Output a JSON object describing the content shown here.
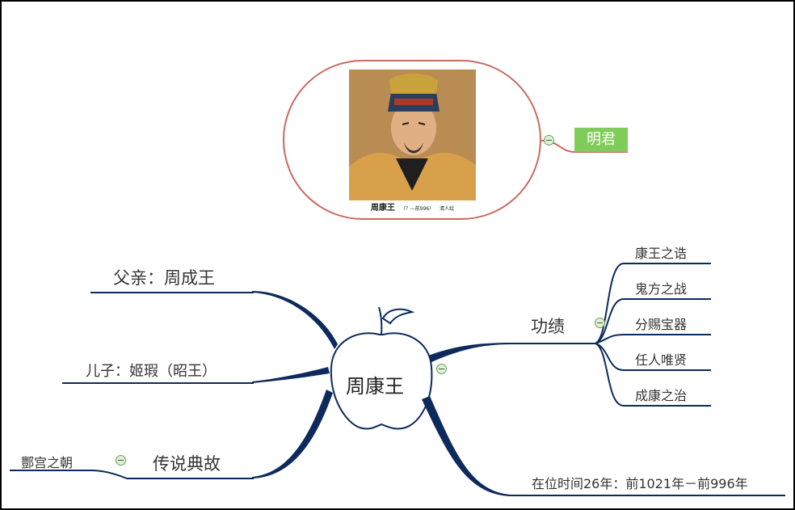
{
  "center": {
    "label": "周康王"
  },
  "portrait": {
    "caption_name": "周康王",
    "caption_years": "（？—前996）",
    "caption_source": "清人绘"
  },
  "top_branch": {
    "label": "明君",
    "color": "#7fcc58"
  },
  "left_branches": [
    {
      "label": "父亲：周成王"
    },
    {
      "label": "儿子：姬瑕（昭王）"
    },
    {
      "label": "传说典故",
      "children": [
        {
          "label": "酆宫之朝"
        }
      ]
    }
  ],
  "right_branches": [
    {
      "label": "功绩",
      "children": [
        {
          "label": "康王之诰"
        },
        {
          "label": "鬼方之战"
        },
        {
          "label": "分赐宝器"
        },
        {
          "label": "任人唯贤"
        },
        {
          "label": "成康之治"
        }
      ]
    },
    {
      "label": "在位时间26年：前1021年－前996年"
    }
  ],
  "colors": {
    "branch_line": "#0d2a5c",
    "portrait_border": "#c96a5e",
    "collapse_button": "#dff0d8"
  }
}
